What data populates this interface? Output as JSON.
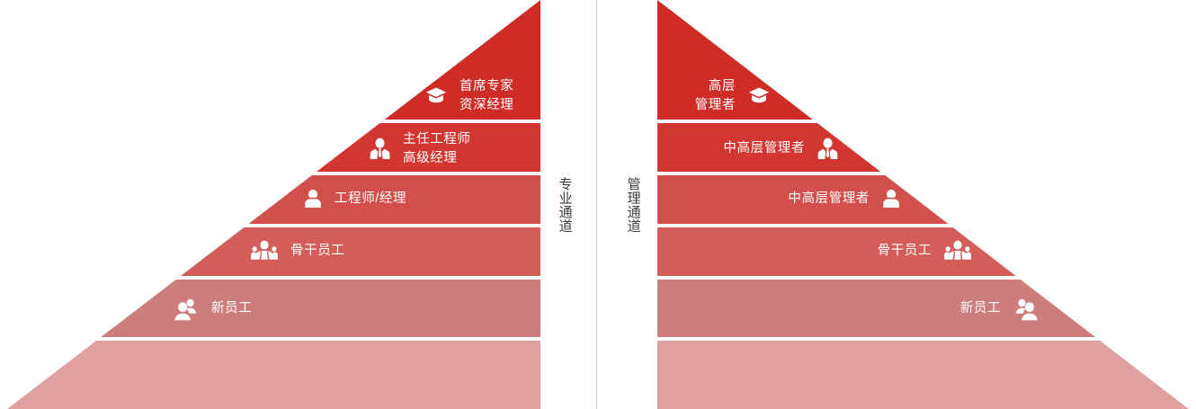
{
  "chart_data": {
    "type": "pyramid",
    "title": "",
    "layout": "two mirrored right-triangle career-ladder pyramids separated by a vertical divider with vertical channel labels",
    "levels_count": 5,
    "series": [
      {
        "name": "专业通道",
        "side": "left",
        "values": [
          {
            "level": 5,
            "label": "首席专家\n资深经理",
            "icon": "graduation-cap-icon",
            "color": "#d02c27"
          },
          {
            "level": 4,
            "label": "主任工程师\n高级经理",
            "icon": "person-tie-icon",
            "color": "#d13630"
          },
          {
            "level": 3,
            "label": "工程师/经理",
            "icon": "person-icon",
            "color": "#d2504b"
          },
          {
            "level": 2,
            "label": "骨干员工",
            "icon": "team-three-icon",
            "color": "#d35e59"
          },
          {
            "level": 1,
            "label": "新员工",
            "icon": "two-people-icon",
            "color": "#cd7e7c"
          }
        ]
      },
      {
        "name": "管理通道",
        "side": "right",
        "values": [
          {
            "level": 5,
            "label": "高层\n管理者",
            "icon": "graduation-cap-icon",
            "color": "#d02c27"
          },
          {
            "level": 4,
            "label": "中高层管理者",
            "icon": "person-tie-icon",
            "color": "#d13630"
          },
          {
            "level": 3,
            "label": "中高层管理者",
            "icon": "person-icon",
            "color": "#d2504b"
          },
          {
            "level": 2,
            "label": "骨干员工",
            "icon": "team-three-icon",
            "color": "#d35e59"
          },
          {
            "level": 1,
            "label": "新员工",
            "icon": "two-people-icon",
            "color": "#cd7e7c"
          }
        ]
      }
    ]
  },
  "colors": {
    "band_1": "#d02c27",
    "band_2": "#d13630",
    "band_3": "#d2504b",
    "band_4": "#d35e59",
    "band_5": "#cd7e7c",
    "band_6_base": "#e0a0a0",
    "separator": "#ffffff",
    "divider": "#c9c9c9",
    "text_on_band": "#ffffff",
    "text_channel": "#3c3c3c",
    "background": "#ffffff"
  },
  "center": {
    "professional_channel": "专业通道",
    "management_channel": "管理通道"
  },
  "left_pyramid": {
    "name": "专业通道",
    "bands": [
      {
        "line1": "首席专家",
        "line2": "资深经理",
        "icon": "graduation-cap-icon"
      },
      {
        "line1": "主任工程师",
        "line2": "高级经理",
        "icon": "person-tie-icon"
      },
      {
        "line1": "工程师/经理",
        "line2": "",
        "icon": "person-icon"
      },
      {
        "line1": "骨干员工",
        "line2": "",
        "icon": "team-three-icon"
      },
      {
        "line1": "新员工",
        "line2": "",
        "icon": "two-people-icon"
      }
    ]
  },
  "right_pyramid": {
    "name": "管理通道",
    "bands": [
      {
        "line1": "高层",
        "line2": "管理者",
        "icon": "graduation-cap-icon"
      },
      {
        "line1": "中高层管理者",
        "line2": "",
        "icon": "person-tie-icon"
      },
      {
        "line1": "中高层管理者",
        "line2": "",
        "icon": "person-icon"
      },
      {
        "line1": "骨干员工",
        "line2": "",
        "icon": "team-three-icon"
      },
      {
        "line1": "新员工",
        "line2": "",
        "icon": "two-people-icon"
      }
    ]
  }
}
